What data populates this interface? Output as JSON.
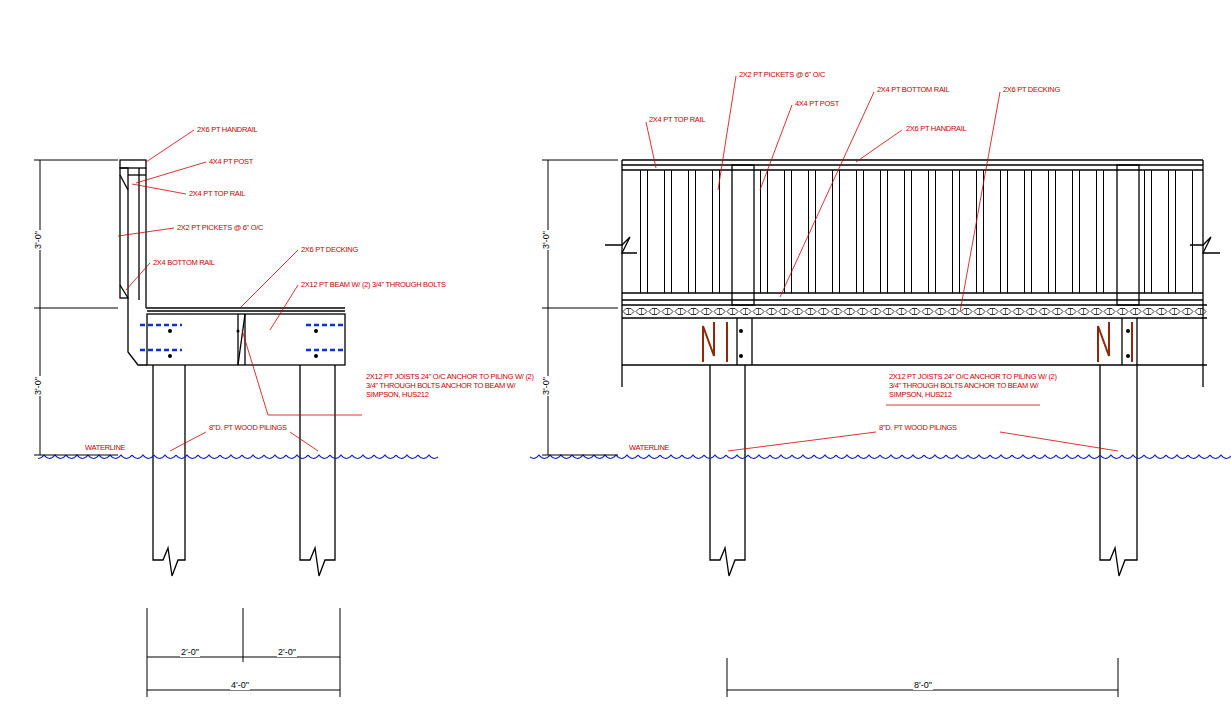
{
  "diagram": {
    "labels": [
      "2X6 PT HANDRAIL",
      "4X4 PT POST",
      "2X4 PT TOP RAIL",
      "2X2 PT PICKETS @ 6\" O/C",
      "2X4 BOTTOM RAIL",
      "2X6 PT DECKING",
      "2X12 PT BEAM W/ (2) 3/4\" THROUGH BOLTS",
      "2X12 PT JOISTS 24\" O/C ANCHOR TO PILING W/ (2) 3/4\" THROUGH BOLTS ANCHOR TO BEAM W/ SIMPSON, HUS212",
      "8\"D. PT WOOD PILINGS",
      "WATERLINE",
      "3'-0\"",
      "3'-0\"",
      "2'-0\"",
      "2'-0\"",
      "4'-0\"",
      "2X2 PT PICKETS @ 6\" O/C",
      "4X4 PT POST",
      "2X4 PT BOTTOM RAIL",
      "2X6 PT DECKING",
      "2X4 PT TOP RAIL",
      "2X6 PT HANDRAIL",
      "2X12 PT JOISTS 24\" O/C ANCHOR TO PILING W/ (2) 3/4\" THROUGH BOLTS ANCHOR TO BEAM W/ SIMPSON, HUS212",
      "8\"D. PT WOOD PILINGS",
      "WATERLINE",
      "3'-0\"",
      "3'-0\"",
      "8'-0\""
    ]
  }
}
